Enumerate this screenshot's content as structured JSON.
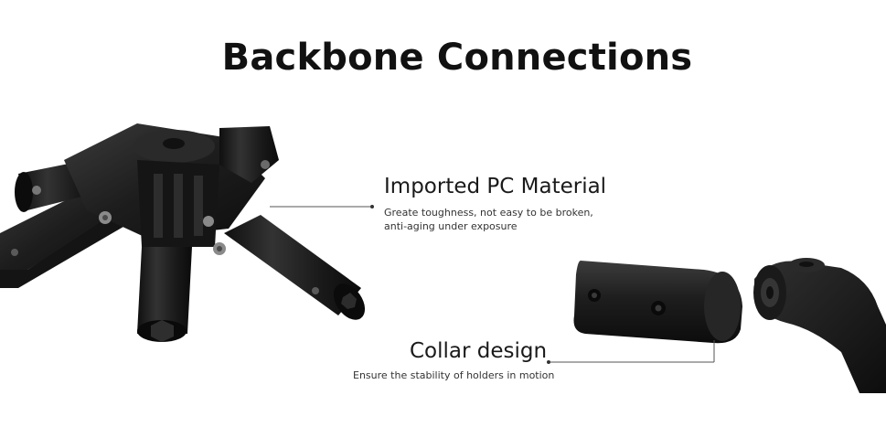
{
  "page": {
    "title": "Backbone Connections"
  },
  "callouts": [
    {
      "title": "Imported PC Material",
      "desc_lines": [
        "Greate toughness, not easy to be broken,",
        "anti-aging under exposure"
      ]
    },
    {
      "title": "Collar design",
      "desc_lines": [
        "Ensure the stability of holders in motion"
      ]
    }
  ],
  "colors": {
    "background": "#ffffff",
    "text": "#111111",
    "part": "#1c1c1c",
    "part_highlight": "#3a3a3a",
    "leader": "#555555"
  }
}
